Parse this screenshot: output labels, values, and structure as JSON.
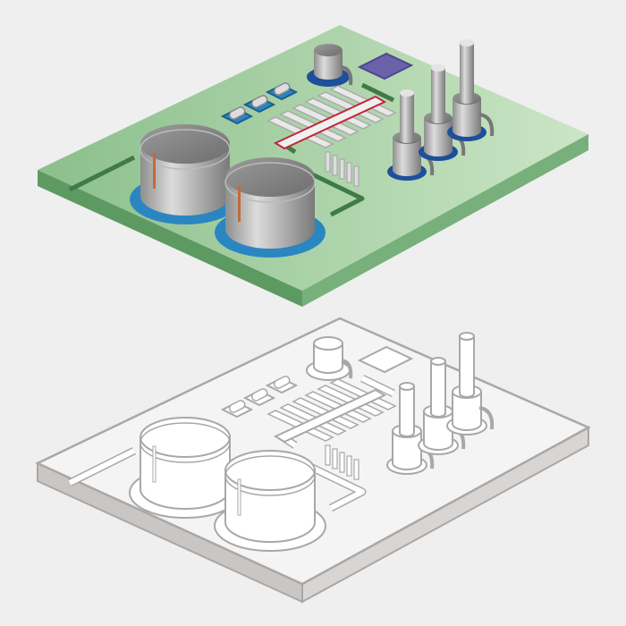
{
  "scene": {
    "views": [
      "colored",
      "outline"
    ],
    "colors": {
      "background": "#efefef",
      "platform_top_left": "#8fc28f",
      "platform_top_right": "#c8e3c2",
      "platform_side_left": "#5d9a62",
      "platform_side_right": "#77b07a",
      "pipeline": "#3f7a47",
      "tank_body": "#a9a9a9",
      "tank_base": "#2a86c0",
      "ladder": "#c46a3a",
      "chip": "#6a62a8",
      "tower_base": "#1e4f9a",
      "rack_accent": "#c0283a",
      "outline_stroke": "#a8a8a8",
      "outline_fill": "#f4f4f4",
      "outline_side": "#c9c6c3"
    },
    "components": [
      "storage-tank",
      "storage-tank",
      "distillation-tower",
      "distillation-tower",
      "distillation-tower",
      "small-tank",
      "chip",
      "pipe-rack",
      "capsule-pad",
      "capsule-pad",
      "capsule-pad"
    ]
  }
}
